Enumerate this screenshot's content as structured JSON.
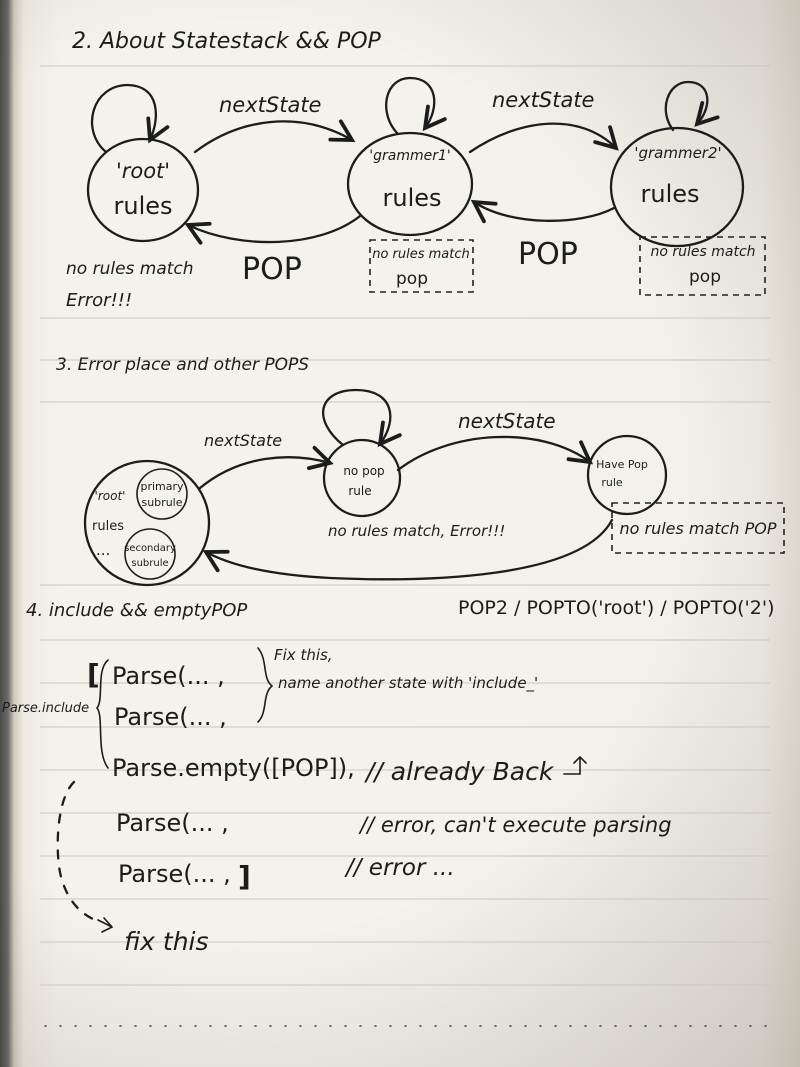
{
  "section2": {
    "heading": "2. About Statestack && POP",
    "states": [
      {
        "name": "'root'",
        "body": "rules"
      },
      {
        "name": "'grammer1'",
        "body": "rules"
      },
      {
        "name": "'grammer2'",
        "body": "rules"
      }
    ],
    "arrow_next1": "nextState",
    "arrow_next2": "nextState",
    "arrow_pop1": "POP",
    "arrow_pop2": "POP",
    "root_note_line1": "no rules match",
    "root_note_line2": "Error!!!",
    "box1_line1": "no rules match",
    "box1_line2": "pop",
    "box2_line1": "no rules match",
    "box2_line2": "pop"
  },
  "section3": {
    "heading": "3. Error place and other POPS",
    "root_label_line1": "'root'",
    "root_label_line2": "rules",
    "root_dots": "...",
    "primary_line1": "primary",
    "primary_line2": "subrule",
    "secondary_line1": "secondary",
    "secondary_line2": "subrule",
    "arrow_next1": "nextState",
    "arrow_next2": "nextState",
    "nopop_line1": "no pop",
    "nopop_line2": "rule",
    "nopop_error": "no rules match, Error!!!",
    "havepop_line1": "Have Pop",
    "havepop_line2": "rule",
    "havepop_box": "no rules match POP",
    "return_label": "POP2 / POPTO('root') / POPTO('2')"
  },
  "section4": {
    "heading": "4. include && emptyPOP",
    "side_label": "Parse.include",
    "open_bracket": "[",
    "close_bracket": "]",
    "code_lines": [
      "Parse(... ,",
      "Parse(... ,",
      "Parse.empty([POP]),",
      "Parse(... ,",
      "Parse(... ,"
    ],
    "note_fix_line1": "Fix this,",
    "note_fix_line2": "name another state with 'include_'",
    "comment_back": "// already Back",
    "comment_error1": "// error, can't execute parsing",
    "comment_error2": "// error ...",
    "fix_this": "fix this"
  }
}
